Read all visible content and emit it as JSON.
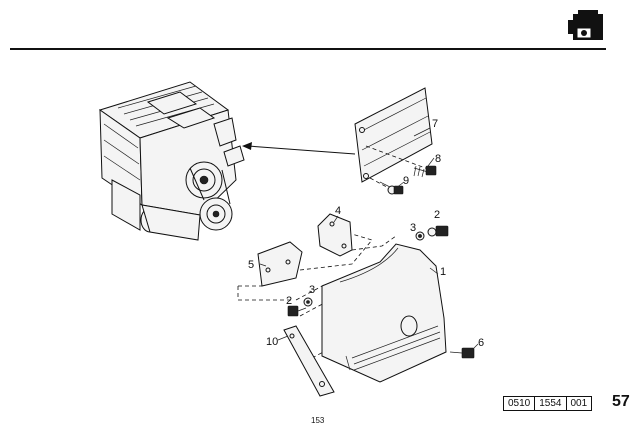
{
  "header": {
    "section_icon": "engine-icon"
  },
  "callouts": [
    {
      "number": "1"
    },
    {
      "number": "2"
    },
    {
      "number": "2"
    },
    {
      "number": "3"
    },
    {
      "number": "3"
    },
    {
      "number": "4"
    },
    {
      "number": "5"
    },
    {
      "number": "6"
    },
    {
      "number": "7"
    },
    {
      "number": "8"
    },
    {
      "number": "9"
    },
    {
      "number": "10"
    }
  ],
  "footer": {
    "doc_code": [
      "0510",
      "1554",
      "001"
    ],
    "page_number": "57",
    "footer_number": "153"
  }
}
